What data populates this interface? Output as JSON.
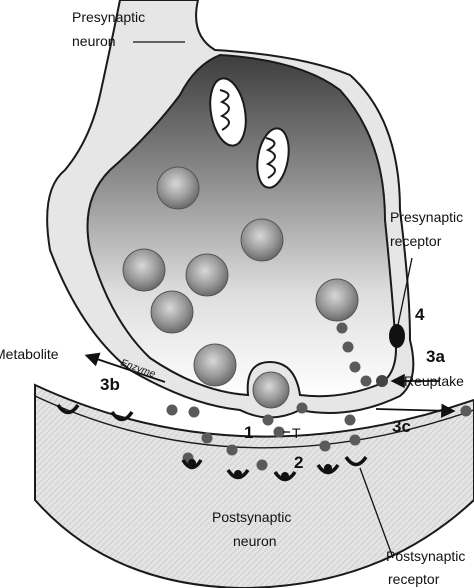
{
  "labels": {
    "presynaptic_neuron": [
      "Presynaptic",
      "neuron"
    ],
    "presynaptic_receptor": [
      "Presynaptic",
      "receptor"
    ],
    "postsynaptic_neuron": [
      "Postsynaptic",
      "neuron"
    ],
    "postsynaptic_receptor": [
      "Postsynaptic",
      "receptor"
    ],
    "metabolite": "Metabolite",
    "enzyme": "Enzyme",
    "reuptake": "Reuptake",
    "transmitter": "T"
  },
  "steps": {
    "release": "1",
    "binding": "2",
    "metabolism": "3b",
    "reuptake": "3a",
    "diffusion": "3c",
    "autoreceptor": "4"
  },
  "colors": {
    "neuron_fill": "#e6e6e6",
    "cytoplasm_top": "#3d3d3d",
    "cytoplasm_bottom": "#ffffff",
    "vesicle": "#8c8c8c",
    "transmitter_dot": "#5a5a5a",
    "receptor": "#111111",
    "outline": "#1a1a1a"
  }
}
